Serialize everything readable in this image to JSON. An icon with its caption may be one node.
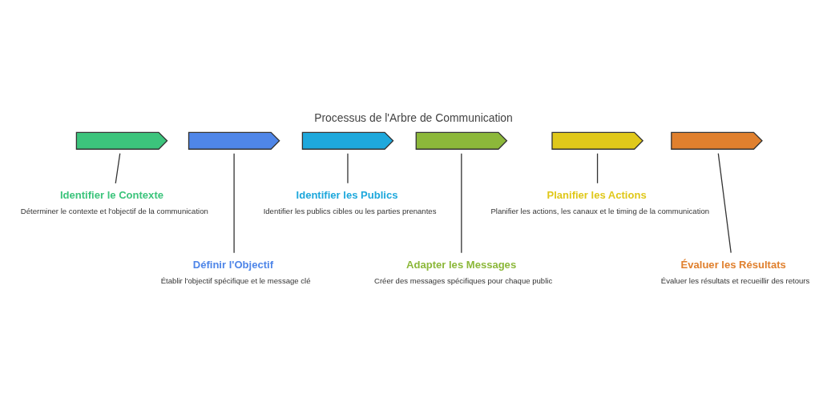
{
  "diagram": {
    "title": "Processus de l'Arbre de Communication",
    "nodes": [
      {
        "text": [],
        "shape": "chevron"
      },
      {
        "text": [],
        "shape": "chevron"
      },
      {
        "text": [],
        "shape": "chevron"
      },
      {
        "text": [],
        "shape": "chevron"
      },
      {
        "text": [],
        "shape": "chevron"
      },
      {
        "text": [],
        "shape": "chevron"
      },
      {
        "text": [
          "Identifier le Contexte",
          "Déterminer le contexte et l'objectif de la communication"
        ]
      },
      {
        "text": [
          "Définir l'Objectif",
          "Établir l'objectif spécifique et le message clé"
        ]
      },
      {
        "text": [
          "Identifier les Publics",
          "Identifier les publics cibles ou les parties prenantes"
        ]
      },
      {
        "text": [
          "Adapter les Messages",
          "Créer des messages spécifiques pour chaque public"
        ]
      },
      {
        "text": [
          "Planifier les Actions",
          "Planifier les actions, les canaux et le timing de la communication"
        ]
      },
      {
        "text": [
          "Évaluer les Résultats",
          "Évaluer les résultats et recueillir des retours"
        ]
      }
    ],
    "edges": [
      {
        "from": 0,
        "to": 6,
        "arrow": "none"
      },
      {
        "from": 1,
        "to": 7,
        "arrow": "none"
      },
      {
        "from": 2,
        "to": 8,
        "arrow": "none"
      },
      {
        "from": 3,
        "to": 9,
        "arrow": "none"
      },
      {
        "from": 4,
        "to": 10,
        "arrow": "none"
      },
      {
        "from": 5,
        "to": 11,
        "arrow": "none"
      }
    ]
  }
}
